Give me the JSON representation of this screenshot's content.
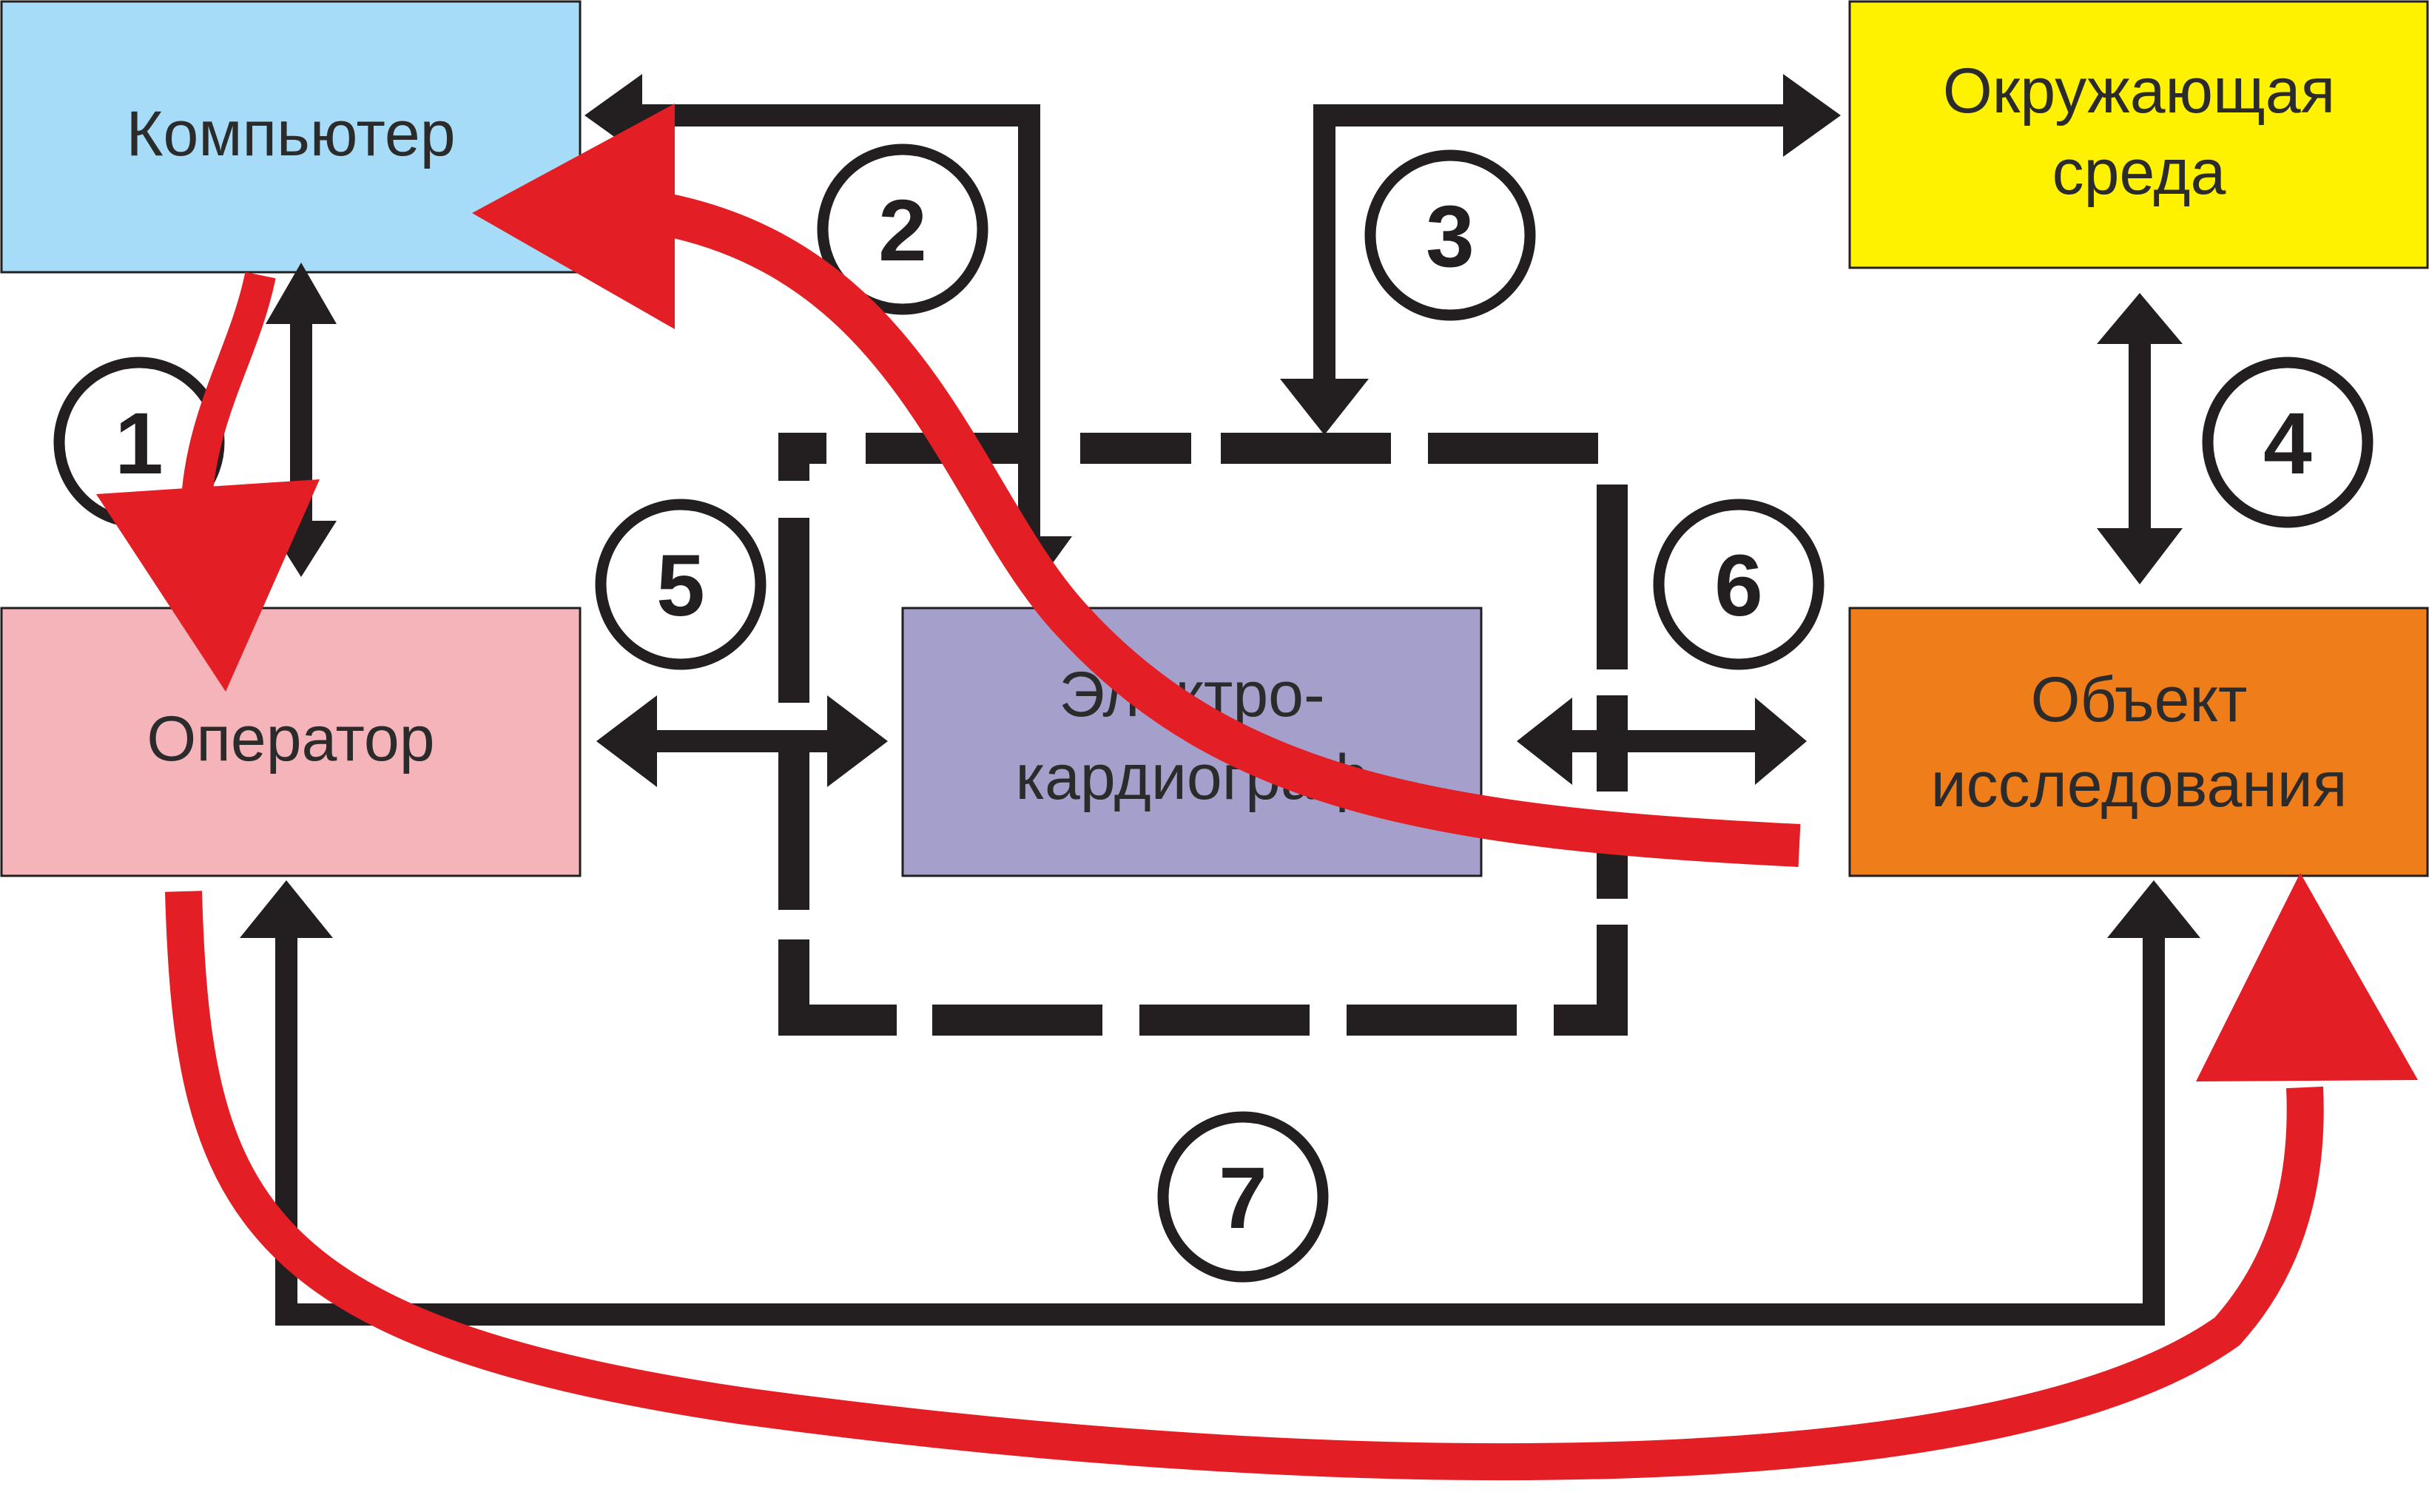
{
  "boxes": {
    "computer": {
      "label": "Компьютер",
      "color": "#a6dcf7"
    },
    "environment": {
      "line1": "Окружающая",
      "line2": "среда",
      "color": "#fff200"
    },
    "operator": {
      "label": "Оператор",
      "color": "#f4b4ba"
    },
    "ecg": {
      "line1": "Электро-",
      "line2": "кардиограф",
      "color": "#a59fcc"
    },
    "object": {
      "line1": "Объект",
      "line2": "исследования",
      "color": "#ef7d1a"
    }
  },
  "links": [
    "1",
    "2",
    "3",
    "4",
    "5",
    "6",
    "7"
  ],
  "colors": {
    "line": "#231f20",
    "flow": "#e31e24"
  }
}
